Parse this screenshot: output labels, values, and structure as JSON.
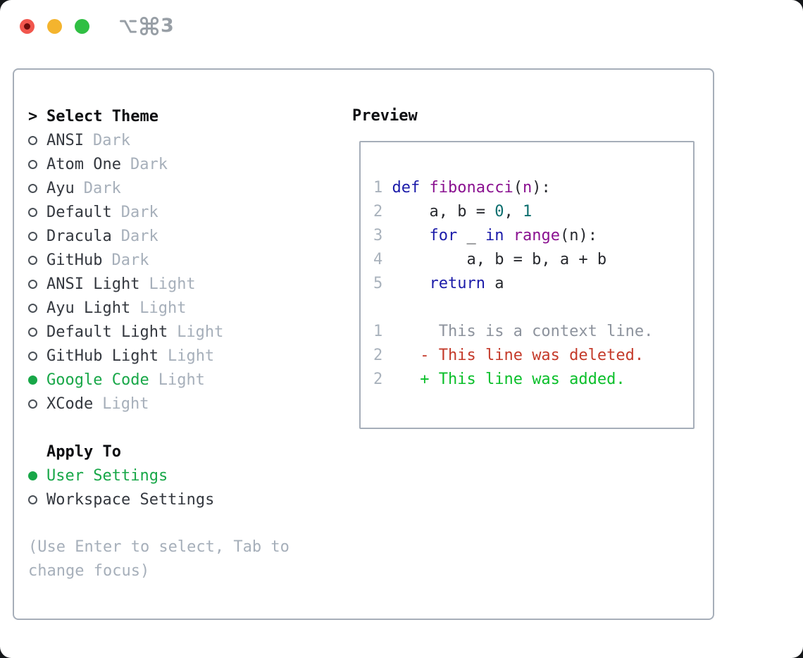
{
  "titlebar": {
    "title": "⌥⌘3",
    "option_icon": "⌥",
    "command_icon": "⌘",
    "digit": "3"
  },
  "sidebar": {
    "cursor": ">",
    "title": "Select Theme",
    "themes": [
      {
        "name": "ANSI",
        "tag": "Dark",
        "selected": false
      },
      {
        "name": "Atom One",
        "tag": "Dark",
        "selected": false
      },
      {
        "name": "Ayu",
        "tag": "Dark",
        "selected": false
      },
      {
        "name": "Default",
        "tag": "Dark",
        "selected": false
      },
      {
        "name": "Dracula",
        "tag": "Dark",
        "selected": false
      },
      {
        "name": "GitHub",
        "tag": "Dark",
        "selected": false
      },
      {
        "name": "ANSI Light",
        "tag": "Light",
        "selected": false
      },
      {
        "name": "Ayu Light",
        "tag": "Light",
        "selected": false
      },
      {
        "name": "Default Light",
        "tag": "Light",
        "selected": false
      },
      {
        "name": "GitHub Light",
        "tag": "Light",
        "selected": false
      },
      {
        "name": "Google Code",
        "tag": "Light",
        "selected": true
      },
      {
        "name": "XCode",
        "tag": "Light",
        "selected": false
      }
    ],
    "apply_to_title": "Apply To",
    "apply_options": [
      {
        "name": "User Settings",
        "selected": true
      },
      {
        "name": "Workspace Settings",
        "selected": false
      }
    ],
    "hint": "(Use Enter to select, Tab to change focus)"
  },
  "preview": {
    "title": "Preview",
    "code_lines": [
      {
        "num": "1",
        "tokens": [
          {
            "t": "def ",
            "c": "kw"
          },
          {
            "t": "fibonacci",
            "c": "fn"
          },
          {
            "t": "(",
            "c": "pl"
          },
          {
            "t": "n",
            "c": "fn"
          },
          {
            "t": "):",
            "c": "pl"
          }
        ]
      },
      {
        "num": "2",
        "tokens": [
          {
            "t": "    a, b = ",
            "c": "pl"
          },
          {
            "t": "0",
            "c": "num"
          },
          {
            "t": ", ",
            "c": "pl"
          },
          {
            "t": "1",
            "c": "num"
          }
        ]
      },
      {
        "num": "3",
        "tokens": [
          {
            "t": "    ",
            "c": "pl"
          },
          {
            "t": "for",
            "c": "kw"
          },
          {
            "t": " _ ",
            "c": "pl"
          },
          {
            "t": "in",
            "c": "kw"
          },
          {
            "t": " ",
            "c": "pl"
          },
          {
            "t": "range",
            "c": "fn"
          },
          {
            "t": "(n):",
            "c": "pl"
          }
        ]
      },
      {
        "num": "4",
        "tokens": [
          {
            "t": "        a, b = b, a + b",
            "c": "pl"
          }
        ]
      },
      {
        "num": "5",
        "tokens": [
          {
            "t": "    ",
            "c": "pl"
          },
          {
            "t": "return",
            "c": "kw"
          },
          {
            "t": " a",
            "c": "pl"
          }
        ]
      },
      {
        "num": "",
        "tokens": []
      },
      {
        "num": "1",
        "tokens": [
          {
            "t": "     This is a context line.",
            "c": "ctx"
          }
        ]
      },
      {
        "num": "2",
        "tokens": [
          {
            "t": "   ",
            "c": "pl"
          },
          {
            "t": "- This line was deleted.",
            "c": "del"
          }
        ]
      },
      {
        "num": "2",
        "tokens": [
          {
            "t": "   ",
            "c": "pl"
          },
          {
            "t": "+ This line was added.",
            "c": "add"
          }
        ]
      }
    ]
  },
  "colors": {
    "accent_green": "#18a748",
    "diff_added": "#0abf2a",
    "diff_deleted": "#c43a2a",
    "keyword_blue": "#1b1ba9",
    "function_purple": "#8a1190",
    "literal_teal": "#0b6e6e",
    "muted_gray": "#a6afba",
    "panel_border": "#a6aeb9",
    "traffic_red": "#f1564d",
    "traffic_yellow": "#f4b42e",
    "traffic_green": "#30bf43"
  }
}
